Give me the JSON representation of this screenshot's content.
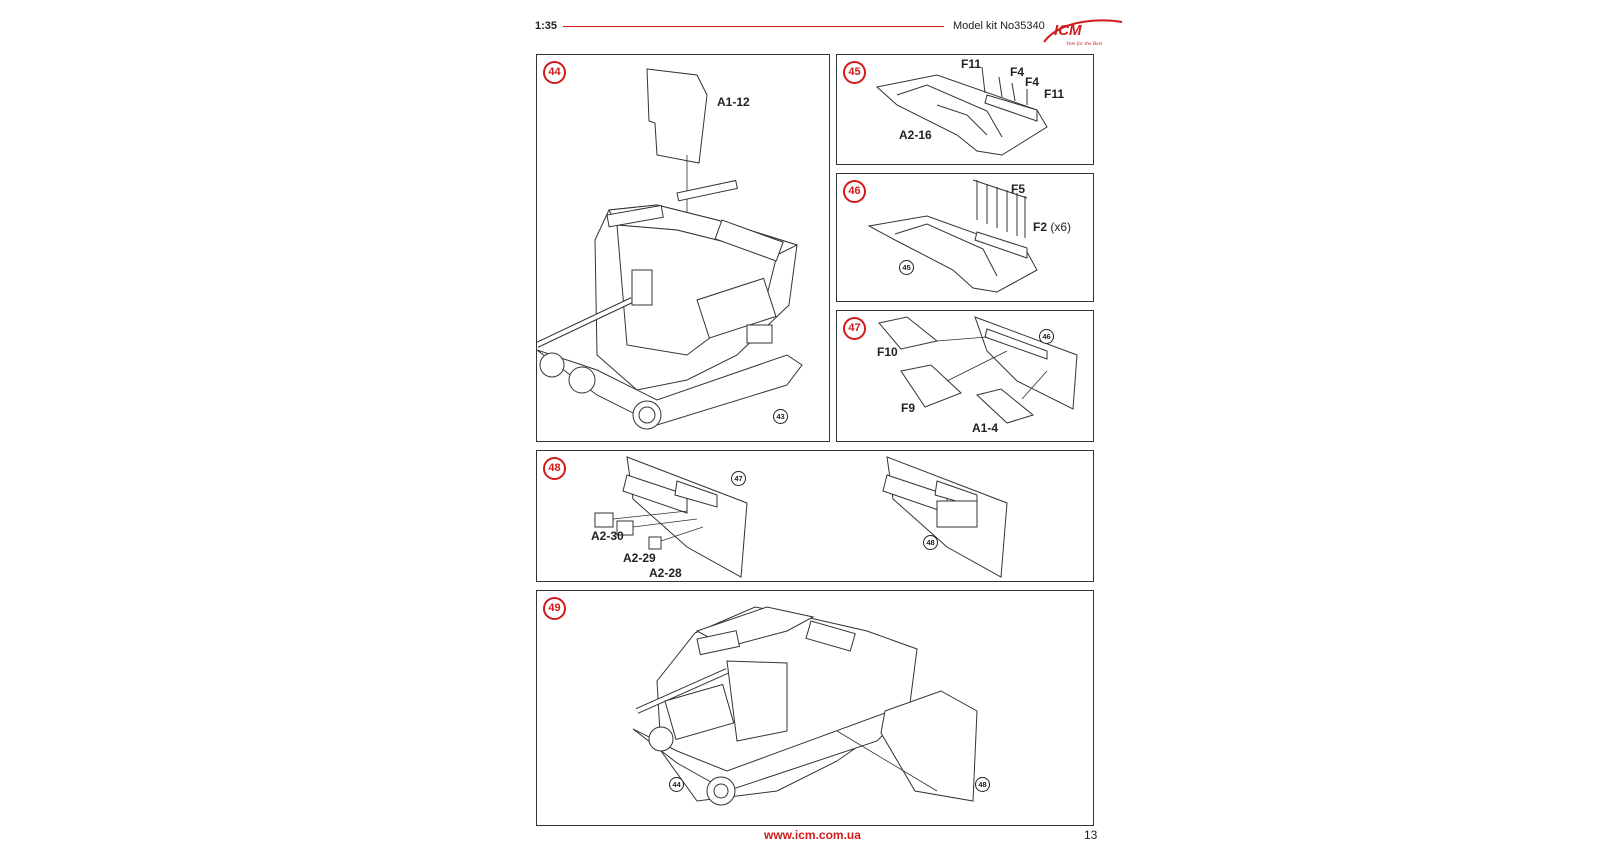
{
  "header": {
    "scale": "1:35",
    "kit_label": "Model kit No35340",
    "logo_text": "ICM",
    "logo_tagline": "Vote for the Best"
  },
  "steps": [
    {
      "number": "44",
      "parts": [
        "A1-12"
      ],
      "refs": [
        "43"
      ]
    },
    {
      "number": "45",
      "parts": [
        "F11",
        "F4",
        "F4",
        "F11",
        "A2-16"
      ],
      "refs": []
    },
    {
      "number": "46",
      "parts": [
        "F5",
        "F2"
      ],
      "qty": "(x6)",
      "refs": [
        "45"
      ]
    },
    {
      "number": "47",
      "parts": [
        "F10",
        "F9",
        "A1-4"
      ],
      "refs": [
        "46"
      ]
    },
    {
      "number": "48",
      "parts": [
        "A2-30",
        "A2-29",
        "A2-28"
      ],
      "refs": [
        "47",
        "48"
      ]
    },
    {
      "number": "49",
      "parts": [],
      "refs": [
        "44",
        "48"
      ]
    }
  ],
  "footer": {
    "url": "www.icm.com.ua",
    "page": "13"
  },
  "colors": {
    "accent": "#d11b1b",
    "line": "#333333"
  }
}
